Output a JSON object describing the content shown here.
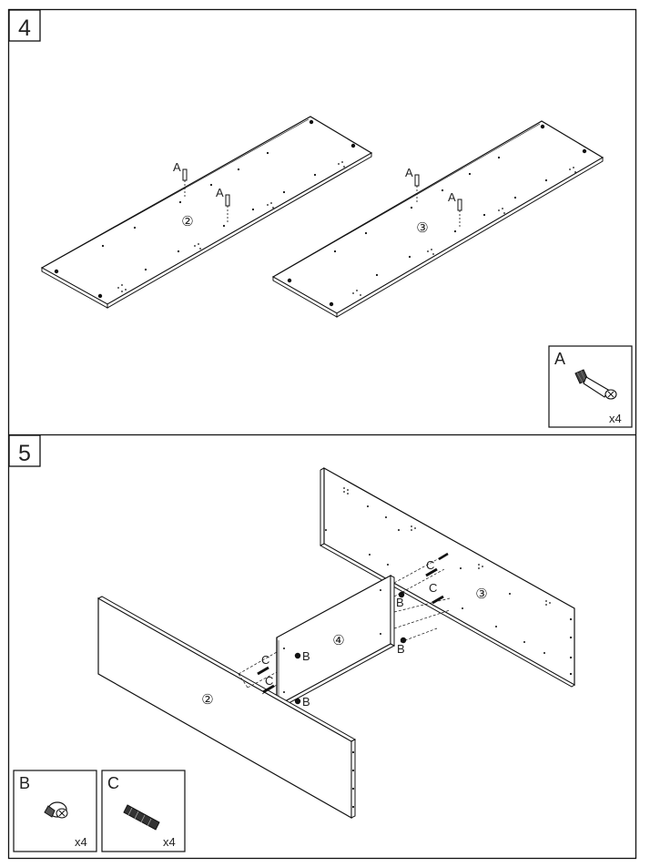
{
  "steps": [
    {
      "number": "4",
      "boards": [
        {
          "label": "②",
          "fittings": [
            "A",
            "A"
          ]
        },
        {
          "label": "③",
          "fittings": [
            "A",
            "A"
          ]
        }
      ],
      "parts": [
        {
          "letter": "A",
          "qty": "x4",
          "icon": "cam-bolt-icon"
        }
      ]
    },
    {
      "number": "5",
      "boards": [
        {
          "label": "②"
        },
        {
          "label": "③"
        },
        {
          "label": "④"
        }
      ],
      "callouts": {
        "cam": "B",
        "dowel": "C"
      },
      "parts": [
        {
          "letter": "B",
          "qty": "x4",
          "icon": "cam-lock-icon"
        },
        {
          "letter": "C",
          "qty": "x4",
          "icon": "wood-dowel-icon"
        }
      ]
    }
  ]
}
